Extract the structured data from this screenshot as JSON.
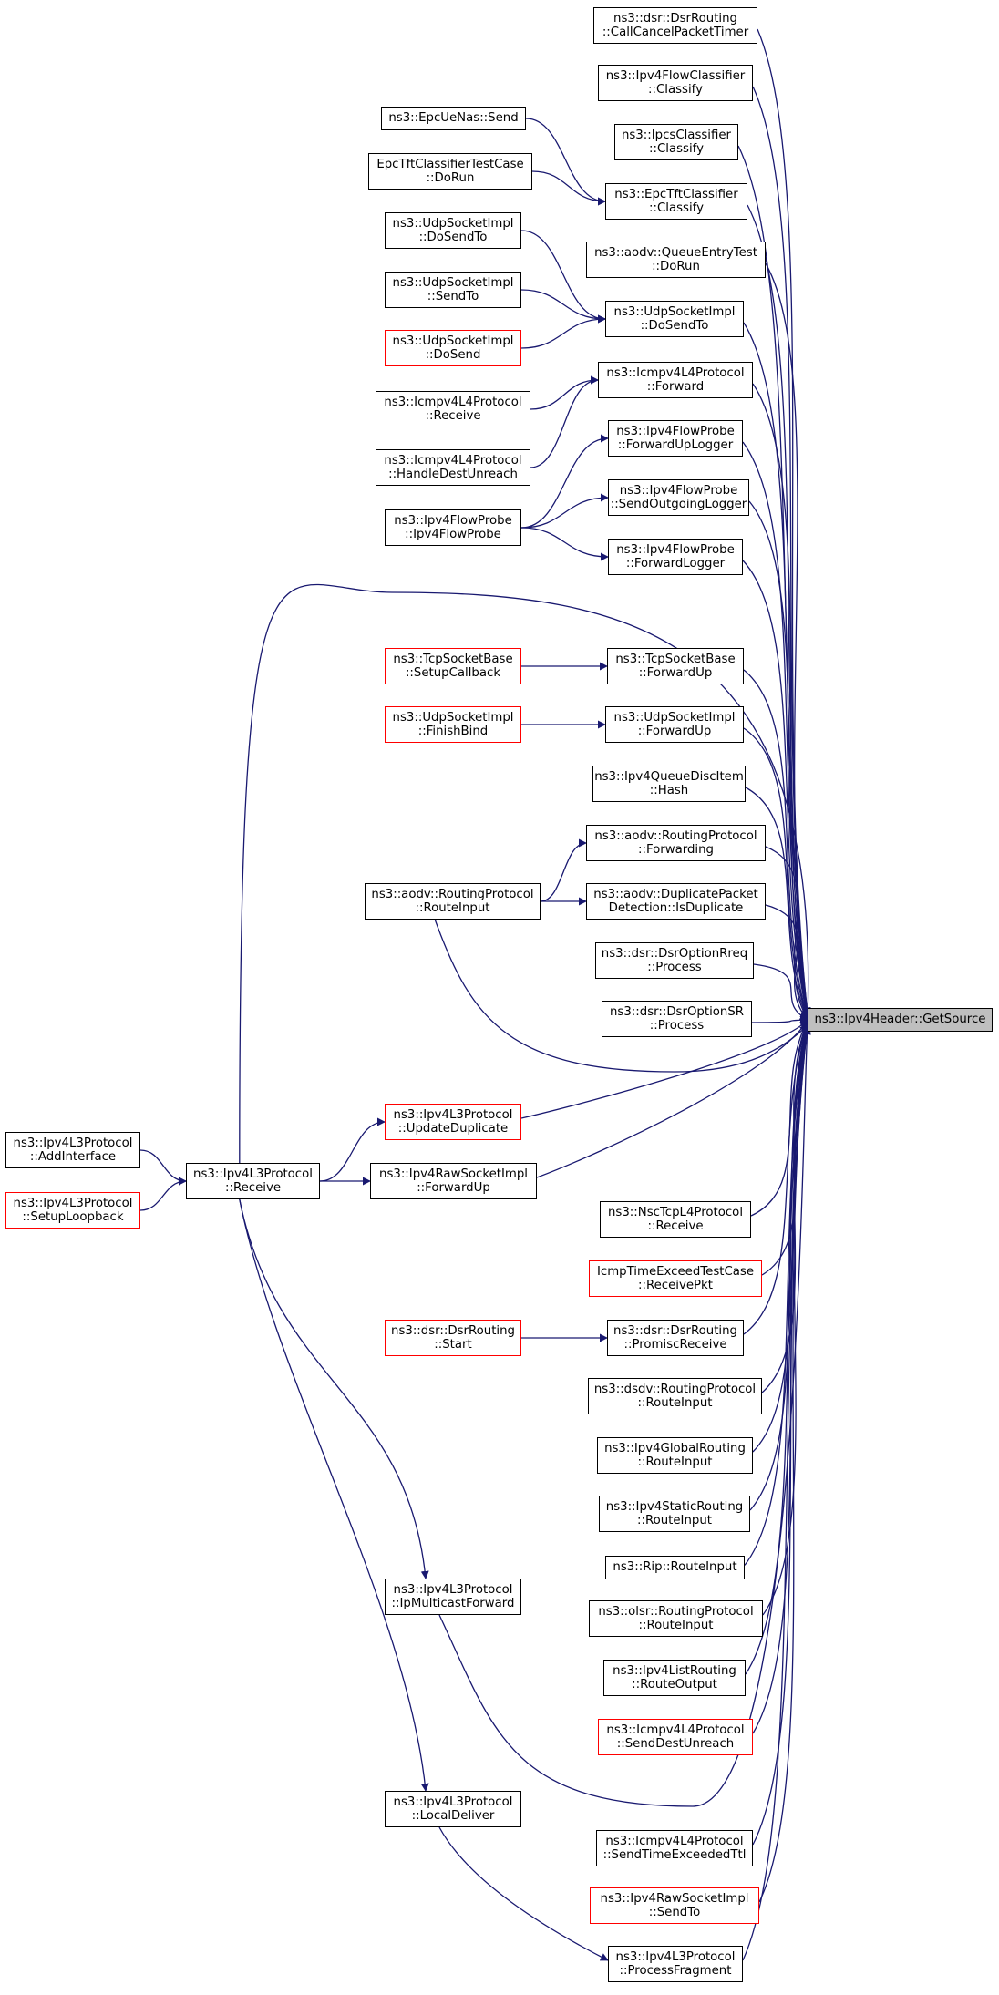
{
  "colors": {
    "edge": "#191970",
    "node_border": "#000000",
    "highlight_border": "#ff0000",
    "focus_fill": "#bfbfbf"
  },
  "graph": {
    "focus": "ns3::Ipv4Header::GetSource",
    "nodes": [
      {
        "id": "focus",
        "lines": [
          "ns3::Ipv4Header::GetSource"
        ],
        "style": "focus"
      },
      {
        "id": "dsr_cancel",
        "lines": [
          "ns3::dsr::DsrRouting",
          "::CallCancelPacketTimer"
        ],
        "style": "normal"
      },
      {
        "id": "ipv4flowclassifier",
        "lines": [
          "ns3::Ipv4FlowClassifier",
          "::Classify"
        ],
        "style": "normal"
      },
      {
        "id": "ipcsclassifier",
        "lines": [
          "ns3::IpcsClassifier",
          "::Classify"
        ],
        "style": "normal"
      },
      {
        "id": "epcuenas_send",
        "lines": [
          "ns3::EpcUeNas::Send"
        ],
        "style": "normal"
      },
      {
        "id": "epctft_testcase",
        "lines": [
          "EpcTftClassifierTestCase",
          "::DoRun"
        ],
        "style": "normal"
      },
      {
        "id": "epctft_classify",
        "lines": [
          "ns3::EpcTftClassifier",
          "::Classify"
        ],
        "style": "normal"
      },
      {
        "id": "udp_dosendto_l",
        "lines": [
          "ns3::UdpSocketImpl",
          "::DoSendTo"
        ],
        "style": "normal"
      },
      {
        "id": "aodv_queuetest",
        "lines": [
          "ns3::aodv::QueueEntryTest",
          "::DoRun"
        ],
        "style": "normal"
      },
      {
        "id": "udp_sendto",
        "lines": [
          "ns3::UdpSocketImpl",
          "::SendTo"
        ],
        "style": "normal"
      },
      {
        "id": "udp_dosendto",
        "lines": [
          "ns3::UdpSocketImpl",
          "::DoSendTo"
        ],
        "style": "normal"
      },
      {
        "id": "udp_dosend",
        "lines": [
          "ns3::UdpSocketImpl",
          "::DoSend"
        ],
        "style": "red"
      },
      {
        "id": "icmp_forward",
        "lines": [
          "ns3::Icmpv4L4Protocol",
          "::Forward"
        ],
        "style": "normal"
      },
      {
        "id": "icmp_receive",
        "lines": [
          "ns3::Icmpv4L4Protocol",
          "::Receive"
        ],
        "style": "normal"
      },
      {
        "id": "icmp_handledest",
        "lines": [
          "ns3::Icmpv4L4Protocol",
          "::HandleDestUnreach"
        ],
        "style": "normal"
      },
      {
        "id": "flowprobe_fwdup",
        "lines": [
          "ns3::Ipv4FlowProbe",
          "::ForwardUpLogger"
        ],
        "style": "normal"
      },
      {
        "id": "flowprobe_ctor",
        "lines": [
          "ns3::Ipv4FlowProbe",
          "::Ipv4FlowProbe"
        ],
        "style": "normal"
      },
      {
        "id": "flowprobe_sendout",
        "lines": [
          "ns3::Ipv4FlowProbe",
          "::SendOutgoingLogger"
        ],
        "style": "normal"
      },
      {
        "id": "flowprobe_fwdlog",
        "lines": [
          "ns3::Ipv4FlowProbe",
          "::ForwardLogger"
        ],
        "style": "normal"
      },
      {
        "id": "tcp_setupcb",
        "lines": [
          "ns3::TcpSocketBase",
          "::SetupCallback"
        ],
        "style": "red"
      },
      {
        "id": "tcp_fwdup",
        "lines": [
          "ns3::TcpSocketBase",
          "::ForwardUp"
        ],
        "style": "normal"
      },
      {
        "id": "udp_finishbind",
        "lines": [
          "ns3::UdpSocketImpl",
          "::FinishBind"
        ],
        "style": "red"
      },
      {
        "id": "udp_fwdup",
        "lines": [
          "ns3::UdpSocketImpl",
          "::ForwardUp"
        ],
        "style": "normal"
      },
      {
        "id": "queuedisc_hash",
        "lines": [
          "ns3::Ipv4QueueDiscItem",
          "::Hash"
        ],
        "style": "normal"
      },
      {
        "id": "aodv_forwarding",
        "lines": [
          "ns3::aodv::RoutingProtocol",
          "::Forwarding"
        ],
        "style": "normal"
      },
      {
        "id": "aodv_routeinput",
        "lines": [
          "ns3::aodv::RoutingProtocol",
          "::RouteInput"
        ],
        "style": "normal"
      },
      {
        "id": "aodv_isduplicate",
        "lines": [
          "ns3::aodv::DuplicatePacket",
          "Detection::IsDuplicate"
        ],
        "style": "normal"
      },
      {
        "id": "dsr_rreq",
        "lines": [
          "ns3::dsr::DsrOptionRreq",
          "::Process"
        ],
        "style": "normal"
      },
      {
        "id": "dsr_sr",
        "lines": [
          "ns3::dsr::DsrOptionSR",
          "::Process"
        ],
        "style": "normal"
      },
      {
        "id": "l3_updatedup",
        "lines": [
          "ns3::Ipv4L3Protocol",
          "::UpdateDuplicate"
        ],
        "style": "red"
      },
      {
        "id": "l3_addinterface",
        "lines": [
          "ns3::Ipv4L3Protocol",
          "::AddInterface"
        ],
        "style": "normal"
      },
      {
        "id": "l3_receive",
        "lines": [
          "ns3::Ipv4L3Protocol",
          "::Receive"
        ],
        "style": "normal"
      },
      {
        "id": "rawsock_fwdup",
        "lines": [
          "ns3::Ipv4RawSocketImpl",
          "::ForwardUp"
        ],
        "style": "normal"
      },
      {
        "id": "l3_setuploopback",
        "lines": [
          "ns3::Ipv4L3Protocol",
          "::SetupLoopback"
        ],
        "style": "red"
      },
      {
        "id": "nsctcp_receive",
        "lines": [
          "ns3::NscTcpL4Protocol",
          "::Receive"
        ],
        "style": "normal"
      },
      {
        "id": "icmptime_receivepkt",
        "lines": [
          "IcmpTimeExceedTestCase",
          "::ReceivePkt"
        ],
        "style": "red"
      },
      {
        "id": "dsr_start",
        "lines": [
          "ns3::dsr::DsrRouting",
          "::Start"
        ],
        "style": "red"
      },
      {
        "id": "dsr_promisc",
        "lines": [
          "ns3::dsr::DsrRouting",
          "::PromiscReceive"
        ],
        "style": "normal"
      },
      {
        "id": "dsdv_routeinput",
        "lines": [
          "ns3::dsdv::RoutingProtocol",
          "::RouteInput"
        ],
        "style": "normal"
      },
      {
        "id": "global_routeinput",
        "lines": [
          "ns3::Ipv4GlobalRouting",
          "::RouteInput"
        ],
        "style": "normal"
      },
      {
        "id": "static_routeinput",
        "lines": [
          "ns3::Ipv4StaticRouting",
          "::RouteInput"
        ],
        "style": "normal"
      },
      {
        "id": "rip_routeinput",
        "lines": [
          "ns3::Rip::RouteInput"
        ],
        "style": "normal"
      },
      {
        "id": "l3_ipmulticast",
        "lines": [
          "ns3::Ipv4L3Protocol",
          "::IpMulticastForward"
        ],
        "style": "normal"
      },
      {
        "id": "olsr_routeinput",
        "lines": [
          "ns3::olsr::RoutingProtocol",
          "::RouteInput"
        ],
        "style": "normal"
      },
      {
        "id": "listrouting_routeoutput",
        "lines": [
          "ns3::Ipv4ListRouting",
          "::RouteOutput"
        ],
        "style": "normal"
      },
      {
        "id": "icmp_senddest",
        "lines": [
          "ns3::Icmpv4L4Protocol",
          "::SendDestUnreach"
        ],
        "style": "red"
      },
      {
        "id": "l3_localdeliver",
        "lines": [
          "ns3::Ipv4L3Protocol",
          "::LocalDeliver"
        ],
        "style": "normal"
      },
      {
        "id": "icmp_sendtime",
        "lines": [
          "ns3::Icmpv4L4Protocol",
          "::SendTimeExceededTtl"
        ],
        "style": "normal"
      },
      {
        "id": "rawsock_sendto",
        "lines": [
          "ns3::Ipv4RawSocketImpl",
          "::SendTo"
        ],
        "style": "red"
      },
      {
        "id": "l3_processfrag",
        "lines": [
          "ns3::Ipv4L3Protocol",
          "::ProcessFragment"
        ],
        "style": "normal"
      }
    ],
    "edges": [
      [
        "dsr_cancel",
        "focus"
      ],
      [
        "ipv4flowclassifier",
        "focus"
      ],
      [
        "ipcsclassifier",
        "focus"
      ],
      [
        "epcuenas_send",
        "epctft_classify"
      ],
      [
        "epctft_testcase",
        "epctft_classify"
      ],
      [
        "epctft_classify",
        "focus"
      ],
      [
        "udp_dosendto_l",
        "udp_dosendto"
      ],
      [
        "udp_sendto",
        "udp_dosendto"
      ],
      [
        "udp_dosend",
        "udp_dosendto"
      ],
      [
        "aodv_queuetest",
        "focus"
      ],
      [
        "udp_dosendto",
        "focus"
      ],
      [
        "icmp_receive",
        "icmp_forward"
      ],
      [
        "icmp_handledest",
        "icmp_forward"
      ],
      [
        "icmp_forward",
        "focus"
      ],
      [
        "flowprobe_ctor",
        "flowprobe_fwdup"
      ],
      [
        "flowprobe_ctor",
        "flowprobe_sendout"
      ],
      [
        "flowprobe_ctor",
        "flowprobe_fwdlog"
      ],
      [
        "flowprobe_fwdup",
        "focus"
      ],
      [
        "flowprobe_sendout",
        "focus"
      ],
      [
        "flowprobe_fwdlog",
        "focus"
      ],
      [
        "l3_receive",
        "focus"
      ],
      [
        "tcp_setupcb",
        "tcp_fwdup"
      ],
      [
        "tcp_fwdup",
        "focus"
      ],
      [
        "udp_finishbind",
        "udp_fwdup"
      ],
      [
        "udp_fwdup",
        "focus"
      ],
      [
        "queuedisc_hash",
        "focus"
      ],
      [
        "aodv_routeinput",
        "aodv_forwarding"
      ],
      [
        "aodv_routeinput",
        "aodv_isduplicate"
      ],
      [
        "aodv_routeinput",
        "focus"
      ],
      [
        "aodv_forwarding",
        "focus"
      ],
      [
        "aodv_isduplicate",
        "focus"
      ],
      [
        "dsr_rreq",
        "focus"
      ],
      [
        "dsr_sr",
        "focus"
      ],
      [
        "l3_receive",
        "l3_updatedup"
      ],
      [
        "l3_updatedup",
        "focus"
      ],
      [
        "l3_addinterface",
        "l3_receive"
      ],
      [
        "l3_setuploopback",
        "l3_receive"
      ],
      [
        "l3_receive",
        "rawsock_fwdup"
      ],
      [
        "rawsock_fwdup",
        "focus"
      ],
      [
        "nsctcp_receive",
        "focus"
      ],
      [
        "icmptime_receivepkt",
        "focus"
      ],
      [
        "dsr_start",
        "dsr_promisc"
      ],
      [
        "dsr_promisc",
        "focus"
      ],
      [
        "dsdv_routeinput",
        "focus"
      ],
      [
        "global_routeinput",
        "focus"
      ],
      [
        "static_routeinput",
        "focus"
      ],
      [
        "rip_routeinput",
        "focus"
      ],
      [
        "l3_receive",
        "l3_ipmulticast"
      ],
      [
        "l3_ipmulticast",
        "focus"
      ],
      [
        "olsr_routeinput",
        "focus"
      ],
      [
        "listrouting_routeoutput",
        "focus"
      ],
      [
        "icmp_senddest",
        "focus"
      ],
      [
        "l3_receive",
        "l3_localdeliver"
      ],
      [
        "l3_localdeliver",
        "l3_processfrag"
      ],
      [
        "icmp_sendtime",
        "focus"
      ],
      [
        "rawsock_sendto",
        "focus"
      ],
      [
        "l3_processfrag",
        "focus"
      ]
    ]
  }
}
